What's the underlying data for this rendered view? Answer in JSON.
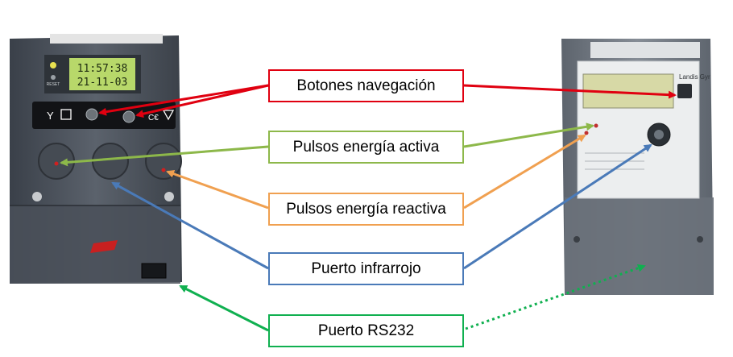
{
  "colors": {
    "navegacion": "#e00010",
    "energia_activa": "#8db84a",
    "energia_reactiva": "#f0a050",
    "infrarrojo": "#4a7ab8",
    "rs232": "#10b050"
  },
  "labels": {
    "botones_navegacion": "Botones navegación",
    "pulsos_energia_activa": "Pulsos energía activa",
    "pulsos_energia_reactiva": "Pulsos energía reactiva",
    "puerto_infrarrojo": "Puerto infrarrojo",
    "puerto_rs232": "Puerto RS232"
  },
  "meter_left": {
    "display_time": "11:57:38",
    "display_date": "21-11-03",
    "reset_label": "RESET"
  },
  "meter_right": {
    "brand": "Landis Gyr"
  },
  "arrow_line_styles": {
    "botones_navegacion": "solid",
    "pulsos_energia_activa": "solid",
    "pulsos_energia_reactiva": "solid",
    "puerto_infrarrojo": "solid",
    "puerto_rs232_left": "solid",
    "puerto_rs232_right": "dotted"
  }
}
